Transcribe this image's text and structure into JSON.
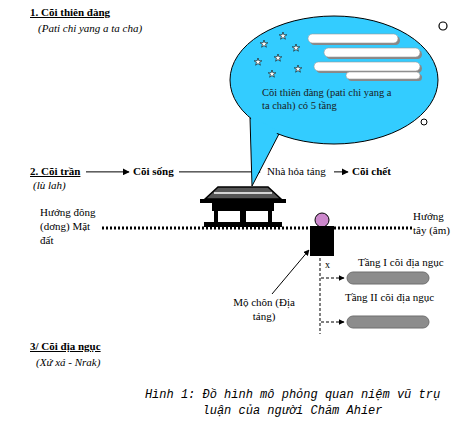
{
  "diagram": {
    "caption": "Hình 1: Đồ hình mô phỏng quan niệm vũ trụ luận của người Chăm Ahier",
    "nodes": [
      {
        "text": [
          "Cõi thiên đàng (pati chi yang a ta chah) có 5 tầng"
        ]
      },
      {
        "text": [
          "2. Cõi trần",
          "(lù lah)"
        ]
      },
      {
        "text": [
          "Cõi sống"
        ]
      },
      {
        "text": [
          "Nhà hỏa táng"
        ]
      },
      {
        "text": [
          "Cõi chết"
        ]
      }
    ],
    "edges": [
      {
        "from": 1,
        "to": 2,
        "arrow": "to"
      },
      {
        "from": 2,
        "to": 3,
        "arrow": "to"
      },
      {
        "from": 3,
        "to": 4,
        "arrow": "to"
      }
    ],
    "labels": [
      "1. Cõi thiên đàng",
      "(Pati chi yang a ta cha)",
      "Hướng đông (dơng) Mặt đất",
      "Hướng tây (âm)",
      "Mộ chôn (Địa táng)",
      "x",
      "Tầng I cõi địa ngục",
      "Tầng II cõi địa ngục",
      "3/ Cõi địa ngục",
      "(Xứ xá - Nrak)"
    ]
  }
}
